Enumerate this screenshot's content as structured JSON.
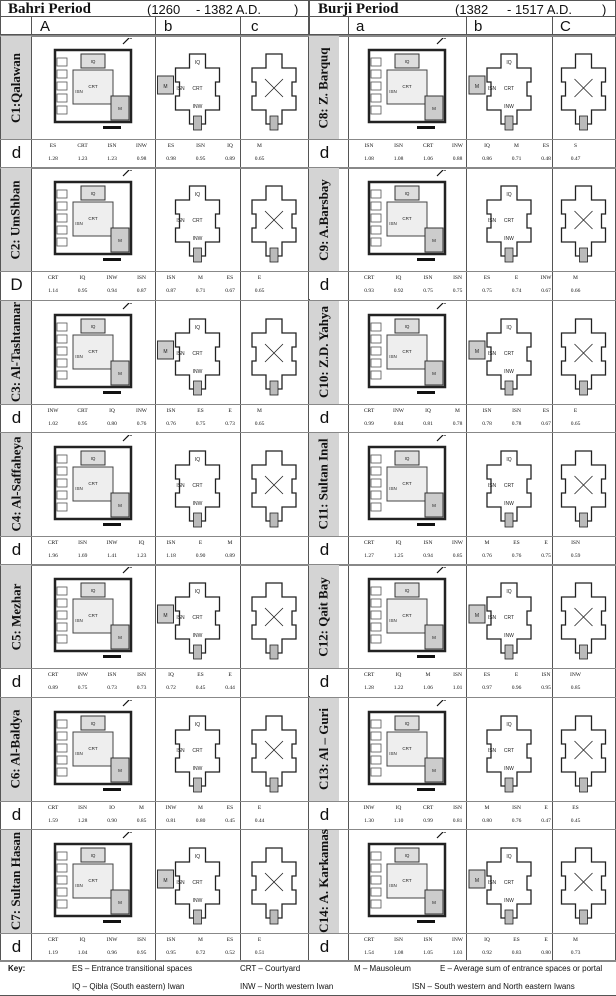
{
  "left": {
    "title": "Bahri Period",
    "date_open": "(1260",
    "date_range": "- 1382 A.D.",
    "date_close": ")",
    "cols": [
      "A",
      "b",
      "c"
    ]
  },
  "right": {
    "title": "Burji Period",
    "date_open": "(1382",
    "date_range": "- 1517 A.D.",
    "date_close": ")",
    "cols": [
      "a",
      "b",
      "C"
    ]
  },
  "rows": [
    {
      "left": {
        "name": "C1:Qalawan",
        "d": "d",
        "labels": [
          "ES",
          "CRT",
          "ISN",
          "INW",
          "ES",
          "ISN",
          "IQ",
          "M"
        ],
        "values": [
          "1.28",
          "1.23",
          "1.23",
          "0.98",
          "0.98",
          "0.95",
          "0.89",
          "0.65"
        ]
      },
      "right": {
        "name": "C8: Z. Barquq",
        "d": "d",
        "labels": [
          "ISN",
          "ISN",
          "CRT",
          "INW",
          "IQ",
          "M",
          "ES",
          "S"
        ],
        "values": [
          "1.08",
          "1.08",
          "1.06",
          "0.88",
          "0.86",
          "0.71",
          "0.48",
          "0.47"
        ]
      }
    },
    {
      "left": {
        "name": "C2: UmShban",
        "d": "D",
        "labels": [
          "CRT",
          "IQ",
          "INW",
          "ISN",
          "ISN",
          "M",
          "ES",
          "E"
        ],
        "values": [
          "1.14",
          "0.95",
          "0.94",
          "0.87",
          "0.87",
          "0.71",
          "0.67",
          "0.65"
        ]
      },
      "right": {
        "name": "C9: A.Barsbay",
        "d": "d",
        "labels": [
          "CRT",
          "IQ",
          "ISN",
          "ISN",
          "ES",
          "E",
          "INW",
          "M"
        ],
        "values": [
          "0.93",
          "0.92",
          "0.75",
          "0.75",
          "0.75",
          "0.74",
          "0.67",
          "0.66"
        ]
      }
    },
    {
      "left": {
        "name": "C3: Al-Tashtamar",
        "d": "d",
        "labels": [
          "INW",
          "CRT",
          "IQ",
          "INW",
          "ISN",
          "ES",
          "E",
          "M"
        ],
        "values": [
          "1.02",
          "0.95",
          "0.80",
          "0.76",
          "0.76",
          "0.75",
          "0.73",
          "0.65"
        ]
      },
      "right": {
        "name": "C10: Z.D. Yahya",
        "d": "d",
        "labels": [
          "CRT",
          "INW",
          "IQ",
          "M",
          "ISN",
          "ISN",
          "ES",
          "E"
        ],
        "values": [
          "0.99",
          "0.84",
          "0.81",
          "0.78",
          "0.78",
          "0.78",
          "0.67",
          "0.65"
        ]
      }
    },
    {
      "left": {
        "name": "C4: Al-Saffaheya",
        "d": "d",
        "labels": [
          "CRT",
          "ISN",
          "INW",
          "IQ",
          "ISN",
          "E",
          "M"
        ],
        "values": [
          "1.96",
          "1.69",
          "1.41",
          "1.23",
          "1.18",
          "0.90",
          "0.89"
        ]
      },
      "right": {
        "name": "C11: Sultan Inal",
        "d": "d",
        "labels": [
          "CRT",
          "IQ",
          "ISN",
          "INW",
          "M",
          "ES",
          "E",
          "ISN"
        ],
        "values": [
          "1.27",
          "1.25",
          "0.94",
          "0.85",
          "0.76",
          "0.76",
          "0.75",
          "0.59"
        ]
      }
    },
    {
      "left": {
        "name": "C5: Mezhar",
        "d": "d",
        "labels": [
          "CRT",
          "INW",
          "ISN",
          "ISN",
          "IQ",
          "ES",
          "E"
        ],
        "values": [
          "0.89",
          "0.75",
          "0.73",
          "0.73",
          "0.72",
          "0.45",
          "0.44"
        ]
      },
      "right": {
        "name": "C12: Qait Bay",
        "d": "d",
        "labels": [
          "CRT",
          "IQ",
          "M",
          "ISN",
          "ES",
          "E",
          "ISN",
          "INW"
        ],
        "values": [
          "1.28",
          "1.22",
          "1.06",
          "1.01",
          "0.97",
          "0.96",
          "0.95",
          "0.85"
        ]
      }
    },
    {
      "left": {
        "name": "C6: Al-Baldya",
        "d": "d",
        "labels": [
          "CRT",
          "ISN",
          "IO",
          "M",
          "INW",
          "M",
          "ES",
          "E"
        ],
        "values": [
          "1.59",
          "1.28",
          "0.90",
          "0.85",
          "0.81",
          "0.80",
          "0.45",
          "0.44"
        ]
      },
      "right": {
        "name": "C13: Al – Guri",
        "d": "d",
        "labels": [
          "INW",
          "IQ",
          "CRT",
          "ISN",
          "M",
          "ISN",
          "E",
          "ES"
        ],
        "values": [
          "1.30",
          "1.10",
          "0.99",
          "0.81",
          "0.80",
          "0.76",
          "0.47",
          "0.45"
        ]
      }
    },
    {
      "left": {
        "name": "C7: Sultan Hasan",
        "d": "d",
        "labels": [
          "CRT",
          "IQ",
          "INW",
          "ISN",
          "ISN",
          "M",
          "ES",
          "E"
        ],
        "values": [
          "1.19",
          "1.04",
          "0.96",
          "0.95",
          "0.95",
          "0.72",
          "0.52",
          "0.51"
        ]
      },
      "right": {
        "name": "C14: A. Karkamas",
        "d": "d",
        "labels": [
          "CRT",
          "ISN",
          "ISN",
          "INW",
          "IQ",
          "ES",
          "E",
          "M"
        ],
        "values": [
          "1.54",
          "1.08",
          "1.05",
          "1.03",
          "0.92",
          "0.83",
          "0.80",
          "0.73"
        ]
      }
    }
  ],
  "plan_labels": {
    "iq": "IQ",
    "isn": "ISN",
    "crt": "CRT",
    "inw": "INW",
    "m": "M"
  },
  "key": {
    "title": "Key:",
    "items": [
      "ES – Entrance transitional spaces",
      "CRT  – Courtyard",
      "M  – Mausoleum",
      "E  – Average sum of entrance spaces or portal",
      "IQ – Qibla (South eastern) Iwan",
      "INW – North western Iwan",
      "ISN – South western and North eastern Iwans"
    ]
  }
}
